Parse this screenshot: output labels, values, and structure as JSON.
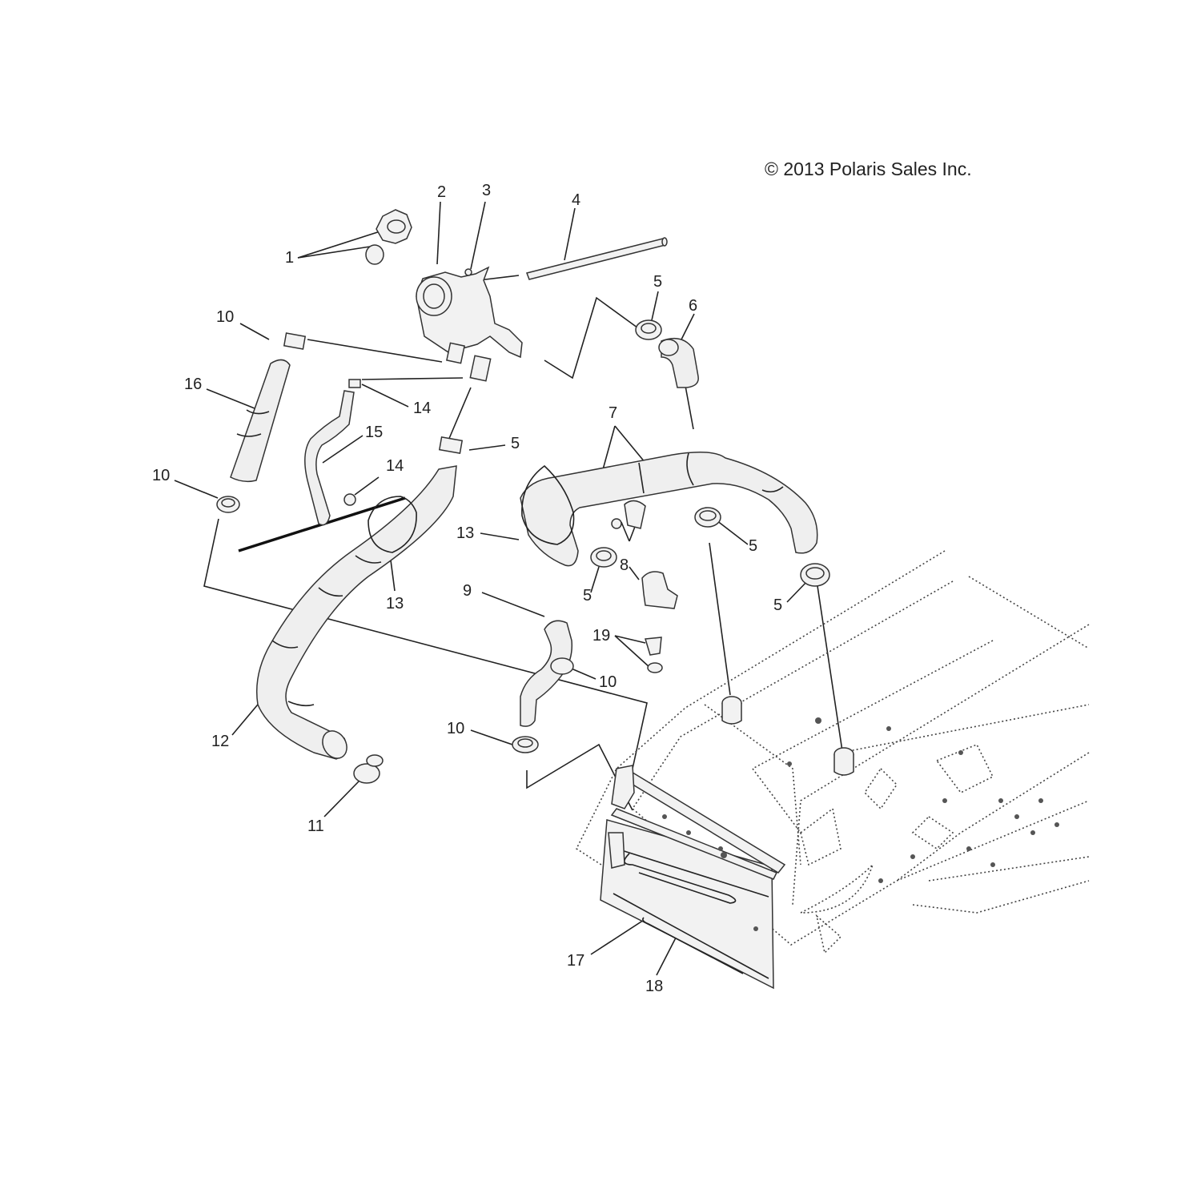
{
  "copyright": "© 2013 Polaris Sales Inc.",
  "callouts": [
    {
      "id": "c1",
      "label": "1"
    },
    {
      "id": "c2",
      "label": "2"
    },
    {
      "id": "c3",
      "label": "3"
    },
    {
      "id": "c4",
      "label": "4"
    },
    {
      "id": "c5a",
      "label": "5"
    },
    {
      "id": "c6",
      "label": "6"
    },
    {
      "id": "c10a",
      "label": "10"
    },
    {
      "id": "c16",
      "label": "16"
    },
    {
      "id": "c14a",
      "label": "14"
    },
    {
      "id": "c15",
      "label": "15"
    },
    {
      "id": "c5b",
      "label": "5"
    },
    {
      "id": "c7",
      "label": "7"
    },
    {
      "id": "c10b",
      "label": "10"
    },
    {
      "id": "c14b",
      "label": "14"
    },
    {
      "id": "c13a",
      "label": "13"
    },
    {
      "id": "c13b",
      "label": "13"
    },
    {
      "id": "c8",
      "label": "8"
    },
    {
      "id": "c5c",
      "label": "5"
    },
    {
      "id": "c5d",
      "label": "5"
    },
    {
      "id": "c5e",
      "label": "5"
    },
    {
      "id": "c9",
      "label": "9"
    },
    {
      "id": "c19",
      "label": "19"
    },
    {
      "id": "c10c",
      "label": "10"
    },
    {
      "id": "c10d",
      "label": "10"
    },
    {
      "id": "c12",
      "label": "12"
    },
    {
      "id": "c11",
      "label": "11"
    },
    {
      "id": "c17",
      "label": "17"
    },
    {
      "id": "c18",
      "label": "18"
    }
  ]
}
